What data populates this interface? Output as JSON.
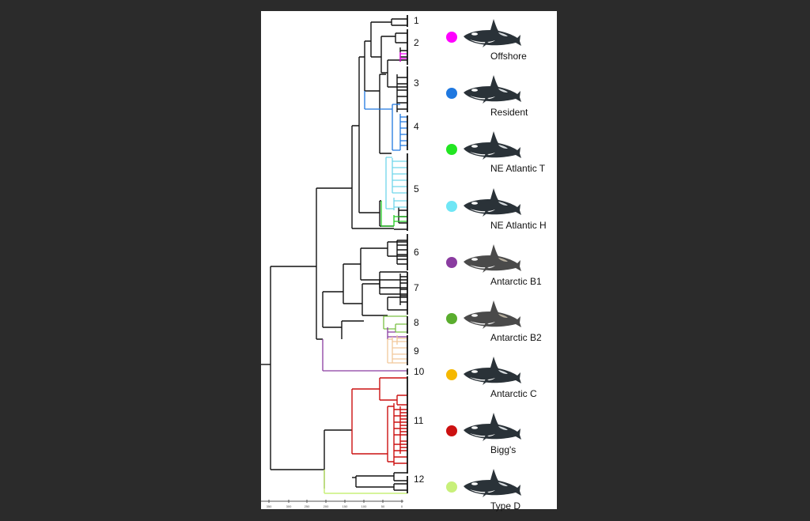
{
  "figure": {
    "cluster_numbers": [
      "1",
      "2",
      "3",
      "4",
      "5",
      "6",
      "7",
      "8",
      "9",
      "10",
      "11",
      "12"
    ],
    "axis_ticks": [
      "350",
      "300",
      "250",
      "200",
      "150",
      "100",
      "50",
      "0"
    ],
    "legend": [
      {
        "label": "Offshore",
        "color": "#ff00ff",
        "whale": "orca-offshore-icon"
      },
      {
        "label": "Resident",
        "color": "#1f78e0",
        "whale": "orca-resident-icon"
      },
      {
        "label": "NE Atlantic T",
        "color": "#22e622",
        "whale": "orca-ne-atlantic-t-icon"
      },
      {
        "label": "NE Atlantic H",
        "color": "#6fe6f5",
        "whale": "orca-ne-atlantic-h-icon"
      },
      {
        "label": "Antarctic B1",
        "color": "#8a3ca0",
        "whale": "orca-antarctic-b1-icon"
      },
      {
        "label": "Antarctic B2",
        "color": "#5aad2e",
        "whale": "orca-antarctic-b2-icon"
      },
      {
        "label": "Antarctic C",
        "color": "#f5b800",
        "whale": "orca-antarctic-c-icon"
      },
      {
        "label": "Bigg's",
        "color": "#cc1111",
        "whale": "orca-biggs-icon"
      },
      {
        "label": "Type D",
        "color": "#c8f07a",
        "whale": "orca-type-d-icon"
      }
    ],
    "branch_colors": {
      "offshore": "#ff00ff",
      "resident": "#1f78e0",
      "ne_t": "#22cc22",
      "ne_h": "#6fd6ea",
      "b1": "#8a3ca0",
      "b2": "#7ac043",
      "c": "#f2c89a",
      "biggs": "#cc1111",
      "d": "#c8f07a",
      "base": "#111111"
    }
  }
}
